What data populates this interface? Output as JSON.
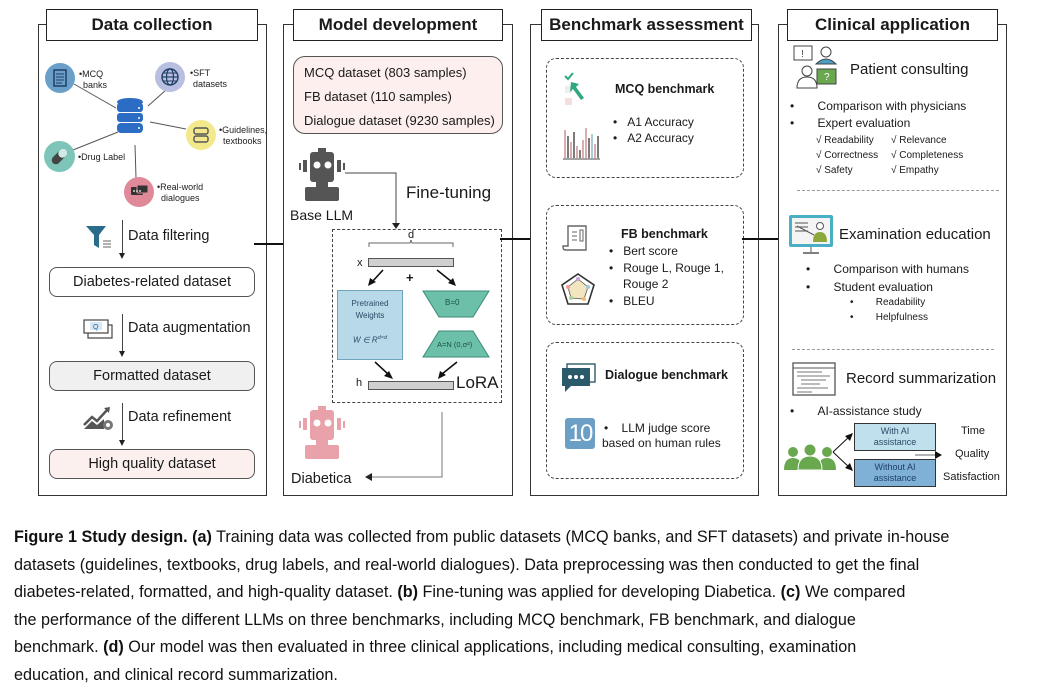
{
  "panels": {
    "data_collection": {
      "title": "Data collection",
      "sources": [
        {
          "label": "•MCQ\nbanks",
          "line1": "•MCQ",
          "line2": "banks",
          "icon": "document-list-icon",
          "color": "#6a9fc9"
        },
        {
          "label": "•SFT datasets",
          "line1": "•SFT",
          "line2": "datasets",
          "icon": "globe-icon",
          "color": "#b8bfe0"
        },
        {
          "label": "•Guidelines, textbooks",
          "line1": "•Guidelines,",
          "line2": "textbooks",
          "icon": "books-icon",
          "color": "#f3e98c"
        },
        {
          "label": "•Drug Label",
          "line1": "•Drug Label",
          "line2": "",
          "icon": "pill-icon",
          "color": "#7cc5b8"
        },
        {
          "label": "•Real-world dialogues",
          "line1": "•Real-world",
          "line2": "dialogues",
          "icon": "chat-bubbles-icon",
          "color": "#e08a99"
        }
      ],
      "steps": [
        {
          "label": "Data filtering",
          "icon": "filter-icon"
        },
        {
          "label": "Data augmentation",
          "icon": "qa-cards-icon"
        },
        {
          "label": "Data refinement",
          "icon": "trend-gear-icon"
        }
      ],
      "datasets": [
        {
          "label": "Diabetes-related dataset",
          "fill": "#ffffff"
        },
        {
          "label": "Formatted dataset",
          "fill": "#f0f0f0"
        },
        {
          "label": "High quality dataset",
          "fill": "#fcf0ef"
        }
      ]
    },
    "model_development": {
      "title": "Model development",
      "dataset_list": [
        "MCQ dataset (803 samples)",
        "FB dataset (110 samples)",
        "Dialogue dataset (9230 samples)"
      ],
      "base_llm": "Base LLM",
      "fine_tuning": "Fine-tuning",
      "lora": {
        "d_label": "d",
        "x_label": "x",
        "plus": "+",
        "h_label": "h",
        "pretrained_line1": "Pretrained",
        "pretrained_line2": "Weights",
        "pretrained_formula": "W ∈ R",
        "pretrained_sup": "d×d",
        "b_label": "B=0",
        "a_label": "A=N (0,σ²)",
        "title": "LoRA"
      },
      "output_model": "Diabetica"
    },
    "benchmark_assessment": {
      "title": "Benchmark assessment",
      "benchmarks": [
        {
          "title": "MCQ benchmark",
          "items": [
            "A1 Accuracy",
            "A2 Accuracy"
          ]
        },
        {
          "title": "FB benchmark",
          "items": [
            "Bert score",
            "Rouge L, Rouge 1,",
            "Rouge 2",
            "BLEU"
          ]
        },
        {
          "title": "Dialogue benchmark",
          "items": [
            "LLM judge score",
            "based on human rules"
          ],
          "score_badge": "10"
        }
      ]
    },
    "clinical_application": {
      "title": "Clinical application",
      "patient_consulting": {
        "title": "Patient consulting",
        "bullets": [
          "Comparison with physicians",
          "Expert evaluation"
        ],
        "criteria": [
          "√ Readability",
          "√ Relevance",
          "√ Correctness",
          "√ Completeness",
          "√ Safety",
          "√ Empathy"
        ]
      },
      "examination_education": {
        "title": "Examination education",
        "bullets": [
          "Comparison with humans",
          "Student evaluation"
        ],
        "sub_bullets": [
          "Readability",
          "Helpfulness"
        ]
      },
      "record_summarization": {
        "title": "Record summarization",
        "bullet": "AI-assistance study",
        "with_ai_1": "With AI",
        "with_ai_2": "assistance",
        "without_ai_1": "Without AI",
        "without_ai_2": "assistance",
        "outcomes": [
          "Time",
          "Quality",
          "Satisfaction"
        ]
      }
    }
  },
  "caption": {
    "lines": [
      [
        {
          "b": "Figure 1 Study design. (a)"
        },
        {
          "t": " Training data was collected from public datasets (MCQ banks, and SFT datasets) and private in-house"
        }
      ],
      [
        {
          "t": "datasets (guidelines, textbooks, drug labels, and real-world dialogues). Data preprocessing was then conducted to get the final"
        }
      ],
      [
        {
          "t": "diabetes-related, formatted, and high-quality dataset. "
        },
        {
          "b": "(b)"
        },
        {
          "t": " Fine-tuning was applied for developing Diabetica. "
        },
        {
          "b": "(c)"
        },
        {
          "t": " We compared"
        }
      ],
      [
        {
          "t": "the performance of the different LLMs on three benchmarks, including MCQ benchmark, FB benchmark, and dialogue"
        }
      ],
      [
        {
          "t": "benchmark. "
        },
        {
          "b": "(d)"
        },
        {
          "t": " Our model was then evaluated in three clinical applications, including medical consulting, examination"
        }
      ],
      [
        {
          "t": "education, and clinical record summarization."
        }
      ]
    ]
  },
  "colors": {
    "lora_blue": "#b7d9e8",
    "lora_teal": "#6cc0a9",
    "robot_gray": "#555555",
    "robot_pink": "#e9a2aa",
    "with_ai_fill": "#bfe0ec",
    "without_ai_fill": "#7fb1d6",
    "people_green": "#6aa84f"
  }
}
